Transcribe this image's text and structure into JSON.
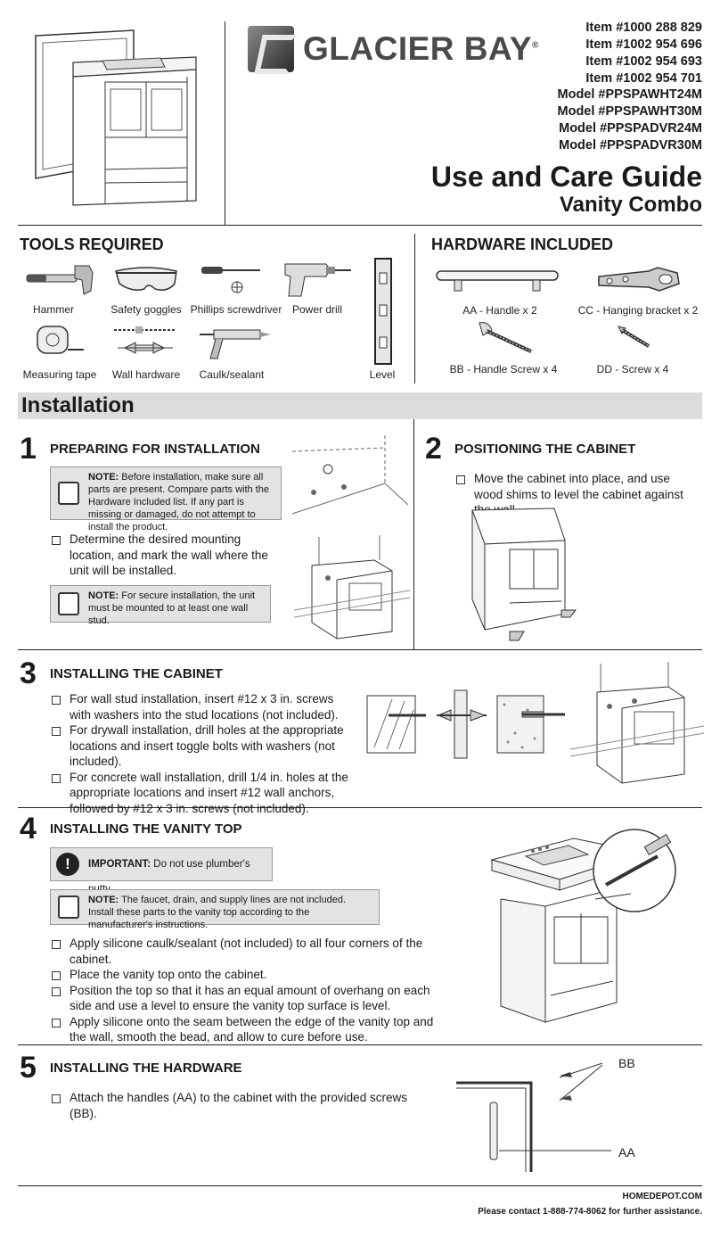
{
  "header": {
    "brand": "GLACIER BAY",
    "brand_mark": "®",
    "items": [
      "Item #1000 288 829",
      "Item #1002 954 696",
      "Item #1002 954 693",
      "Item #1002 954 701"
    ],
    "models": [
      "Model #PPSPAWHT24M",
      "Model #PPSPAWHT30M",
      "Model #PPSPADVR24M",
      "Model #PPSPADVR30M"
    ],
    "title": "Use and Care Guide",
    "subtitle": "Vanity Combo"
  },
  "tools": {
    "heading": "TOOLS REQUIRED",
    "items": [
      "Hammer",
      "Safety goggles",
      "Phillips screwdriver",
      "Power drill",
      "Measuring tape",
      "Wall hardware",
      "Caulk/sealant",
      "Level"
    ]
  },
  "hardware": {
    "heading": "HARDWARE INCLUDED",
    "items": [
      "AA - Handle x 2",
      "CC - Hanging bracket x 2",
      "BB - Handle Screw x 4",
      "DD - Screw x 4"
    ]
  },
  "installation": {
    "heading": "Installation",
    "step1": {
      "num": "1",
      "title": "PREPARING FOR INSTALLATION",
      "note1_label": "NOTE:",
      "note1_text": " Before installation, make sure all parts are present. Compare parts with the Hardware Included list. If any part is missing or damaged, do not attempt to install the product.",
      "bullet": "Determine the desired mounting location, and mark the wall where the unit will be installed.",
      "note2_label": "NOTE:",
      "note2_text": " For secure installation, the unit must be mounted to at least one wall stud."
    },
    "step2": {
      "num": "2",
      "title": "POSITIONING THE CABINET",
      "bullet": "Move the cabinet into place, and use wood shims to level the cabinet against the wall."
    },
    "step3": {
      "num": "3",
      "title": "INSTALLING THE CABINET",
      "bullets": [
        "For wall stud installation, insert #12 x 3 in. screws with washers into the stud locations (not included).",
        "For drywall installation, drill holes at the appropriate locations and insert toggle bolts with washers (not included).",
        "For concrete wall installation, drill 1/4 in. holes at the appropriate locations and insert #12 wall anchors, followed by #12 x 3 in. screws (not included)."
      ]
    },
    "step4": {
      "num": "4",
      "title": "INSTALLING THE VANITY TOP",
      "important_label": "IMPORTANT:",
      "important_text": " Do not use plumber's putty.",
      "warn_glyph": "!",
      "note_label": "NOTE:",
      "note_text": " The faucet, drain, and supply lines are not included. Install these parts to the vanity top according to the manufacturer's instructions.",
      "bullets": [
        "Apply silicone caulk/sealant (not included) to all four corners of the cabinet.",
        "Place the vanity top onto the cabinet.",
        "Position the top so that it has an equal amount of overhang on each side and use a level to ensure the vanity top surface is level.",
        "Apply silicone onto the seam between the edge of the vanity top and the wall, smooth the bead, and allow to cure before use."
      ]
    },
    "step5": {
      "num": "5",
      "title": "INSTALLING THE HARDWARE",
      "bullet": "Attach the handles (AA) to the cabinet with the provided screws (BB).",
      "label_bb": "BB",
      "label_aa": "AA"
    }
  },
  "footer": {
    "site": "HOMEDEPOT.COM",
    "contact": "Please contact 1-888-774-8062 for further assistance."
  }
}
